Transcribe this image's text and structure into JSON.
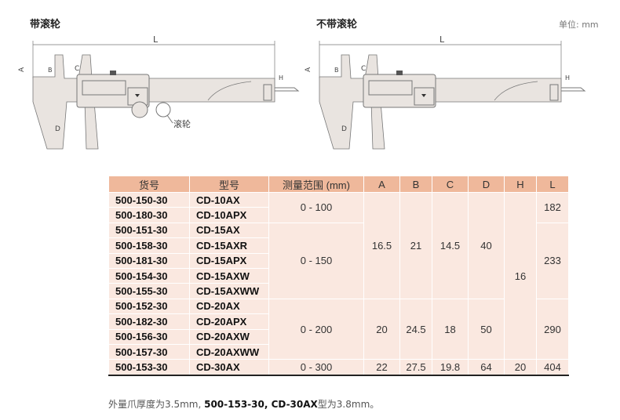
{
  "labels": {
    "with_roller": "带滚轮",
    "without_roller": "不带滚轮",
    "unit": "单位: mm",
    "roller_callout": "滚轮",
    "dim_L": "L",
    "dim_A": "A",
    "dim_B": "B",
    "dim_C": "C",
    "dim_D": "D",
    "dim_H": "H"
  },
  "table": {
    "headers": [
      "货号",
      "型号",
      "测量范围 (mm)",
      "A",
      "B",
      "C",
      "D",
      "H",
      "L"
    ],
    "rows": [
      [
        "500-150-30",
        "CD-10AX"
      ],
      [
        "500-180-30",
        "CD-10APX"
      ],
      [
        "500-151-30",
        "CD-15AX"
      ],
      [
        "500-158-30",
        "CD-15AXR"
      ],
      [
        "500-181-30",
        "CD-15APX"
      ],
      [
        "500-154-30",
        "CD-15AXW"
      ],
      [
        "500-155-30",
        "CD-15AXWW"
      ],
      [
        "500-152-30",
        "CD-20AX"
      ],
      [
        "500-182-30",
        "CD-20APX"
      ],
      [
        "500-156-30",
        "CD-20AXW"
      ],
      [
        "500-157-30",
        "CD-20AXWW"
      ],
      [
        "500-153-30",
        "CD-30AX"
      ]
    ],
    "range": [
      {
        "span": 2,
        "v": "0 - 100"
      },
      {
        "span": 5,
        "v": "0 - 150"
      },
      {
        "span": 4,
        "v": "0 - 200"
      },
      {
        "span": 1,
        "v": "0 - 300"
      }
    ],
    "A": [
      {
        "span": 7,
        "v": "16.5"
      },
      {
        "span": 4,
        "v": "20"
      },
      {
        "span": 1,
        "v": "22"
      }
    ],
    "B": [
      {
        "span": 7,
        "v": "21"
      },
      {
        "span": 4,
        "v": "24.5"
      },
      {
        "span": 1,
        "v": "27.5"
      }
    ],
    "C": [
      {
        "span": 7,
        "v": "14.5"
      },
      {
        "span": 4,
        "v": "18"
      },
      {
        "span": 1,
        "v": "19.8"
      }
    ],
    "D": [
      {
        "span": 7,
        "v": "40"
      },
      {
        "span": 4,
        "v": "50"
      },
      {
        "span": 1,
        "v": "64"
      }
    ],
    "H": [
      {
        "span": 11,
        "v": "16"
      },
      {
        "span": 1,
        "v": "20"
      }
    ],
    "L": [
      {
        "span": 2,
        "v": "182"
      },
      {
        "span": 5,
        "v": "233"
      },
      {
        "span": 4,
        "v": "290"
      },
      {
        "span": 1,
        "v": "404"
      }
    ]
  },
  "note": {
    "pre": "外量爪厚度为3.5mm, ",
    "bold": "500-153-30, CD-30AX",
    "post": "型为3.8mm。"
  }
}
